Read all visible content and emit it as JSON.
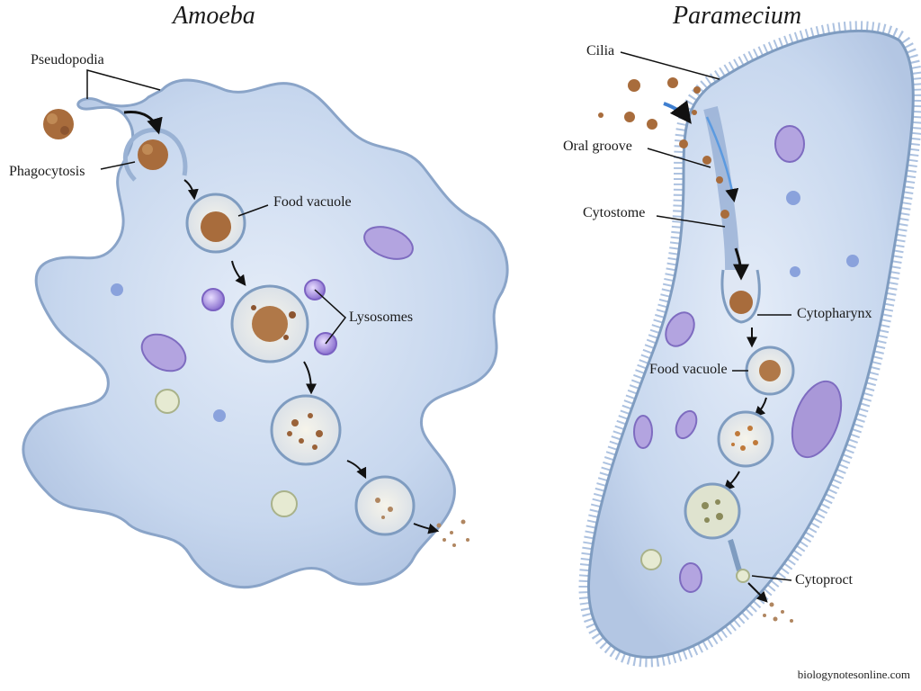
{
  "amoeba": {
    "title": "Amoeba",
    "labels": {
      "pseudopodia": "Pseudopodia",
      "phagocytosis": "Phagocytosis",
      "food_vacuole": "Food vacuole",
      "lysosomes": "Lysosomes"
    }
  },
  "paramecium": {
    "title": "Paramecium",
    "labels": {
      "cilia": "Cilia",
      "oral_groove": "Oral groove",
      "cytostome": "Cytostome",
      "cytopharynx": "Cytopharynx",
      "food_vacuole": "Food vacuole",
      "cytoproct": "Cytoproct"
    }
  },
  "credit": "biologynotesonline.com",
  "colors": {
    "cytoplasm": "#c9d9ee",
    "membrane": "#7f9cc0",
    "food": "#a86c3c",
    "lysosome": "#9a83d6",
    "mitochondria": "#8c7cc4"
  }
}
